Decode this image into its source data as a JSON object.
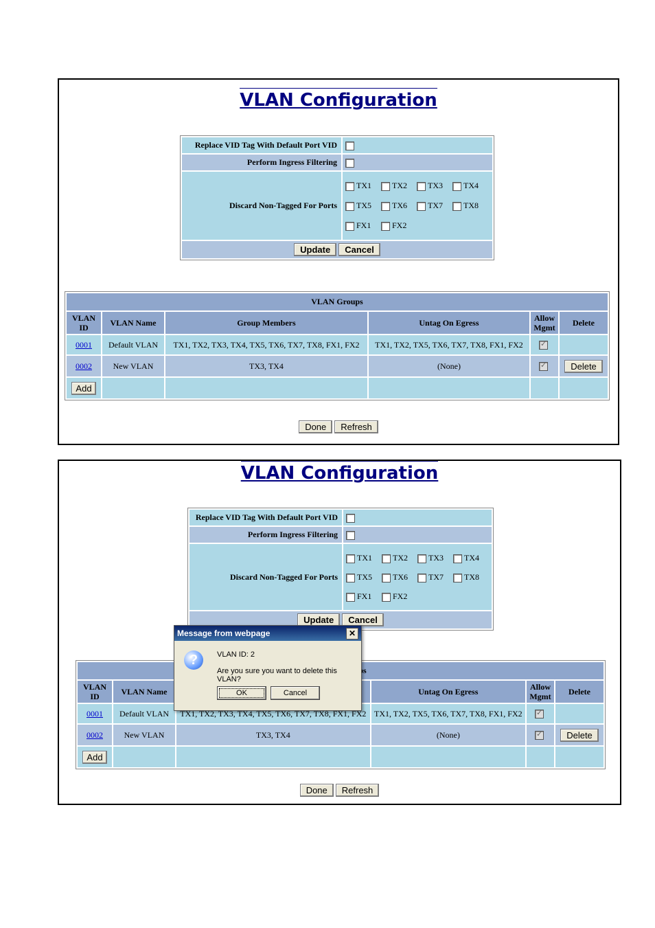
{
  "title": "VLAN Configuration",
  "config": {
    "replace_label": "Replace VID Tag With Default Port VID",
    "ingress_label": "Perform Ingress Filtering",
    "discard_label": "Discard Non-Tagged For Ports",
    "ports": [
      "TX1",
      "TX2",
      "TX3",
      "TX4",
      "TX5",
      "TX6",
      "TX7",
      "TX8",
      "FX1",
      "FX2"
    ],
    "update_label": "Update",
    "cancel_label": "Cancel"
  },
  "groups": {
    "header": "VLAN Groups",
    "col_id": "VLAN ID",
    "col_name": "VLAN Name",
    "col_members": "Group Members",
    "col_untag": "Untag On Egress",
    "col_mgmt": "Allow Mgmt",
    "col_delete": "Delete",
    "rows": [
      {
        "id": "0001",
        "name": "Default VLAN",
        "members": "TX1, TX2, TX3, TX4, TX5, TX6, TX7, TX8, FX1, FX2",
        "untag": "TX1, TX2, TX5, TX6, TX7, TX8, FX1, FX2"
      },
      {
        "id": "0002",
        "name": "New VLAN",
        "members": "TX3, TX4",
        "untag": "(None)",
        "delete_label": "Delete"
      }
    ],
    "add_label": "Add"
  },
  "footer": {
    "done_label": "Done",
    "refresh_label": "Refresh"
  },
  "dialog": {
    "title": "Message from webpage",
    "line1": "VLAN ID:  2",
    "line2": "Are you sure you want to delete this VLAN?",
    "ok_label": "OK",
    "cancel_label": "Cancel"
  }
}
